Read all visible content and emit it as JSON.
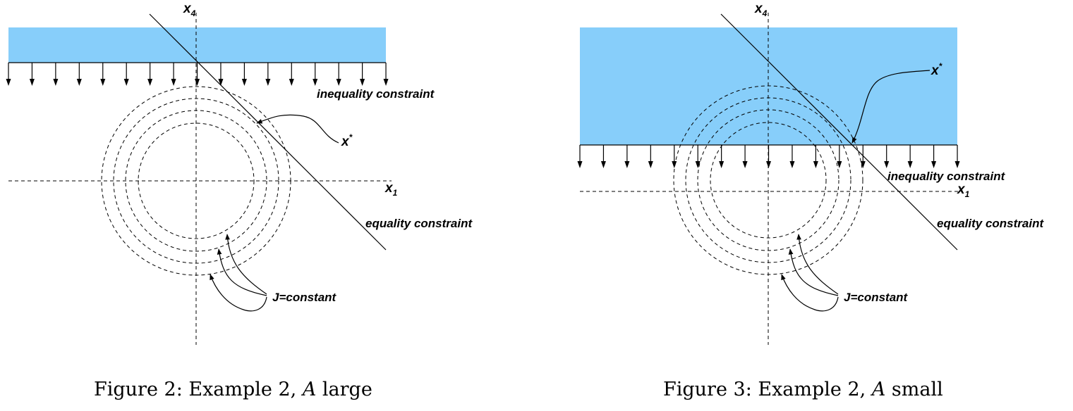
{
  "colors": {
    "feasible_region": "#87cefa",
    "ink": "#000000"
  },
  "figures": [
    {
      "axis_vertical": {
        "main": "x",
        "sub": "4"
      },
      "axis_horizontal": {
        "main": "x",
        "sub": "1"
      },
      "optimum": {
        "main": "x",
        "sup": "*"
      },
      "inequality_label": "inequality constraint",
      "equality_label": "equality constraint",
      "contour_label": "J=constant",
      "caption": {
        "prefix": "Figure 2: Example 2, ",
        "var": "A",
        "suffix": " large"
      }
    },
    {
      "axis_vertical": {
        "main": "x",
        "sub": "4"
      },
      "axis_horizontal": {
        "main": "x",
        "sub": "1"
      },
      "optimum": {
        "main": "x",
        "sup": "*"
      },
      "inequality_label": "inequality constraint",
      "equality_label": "equality constraint",
      "contour_label": "J=constant",
      "caption": {
        "prefix": "Figure 3: Example 2, ",
        "var": "A",
        "suffix": " small"
      }
    }
  ]
}
